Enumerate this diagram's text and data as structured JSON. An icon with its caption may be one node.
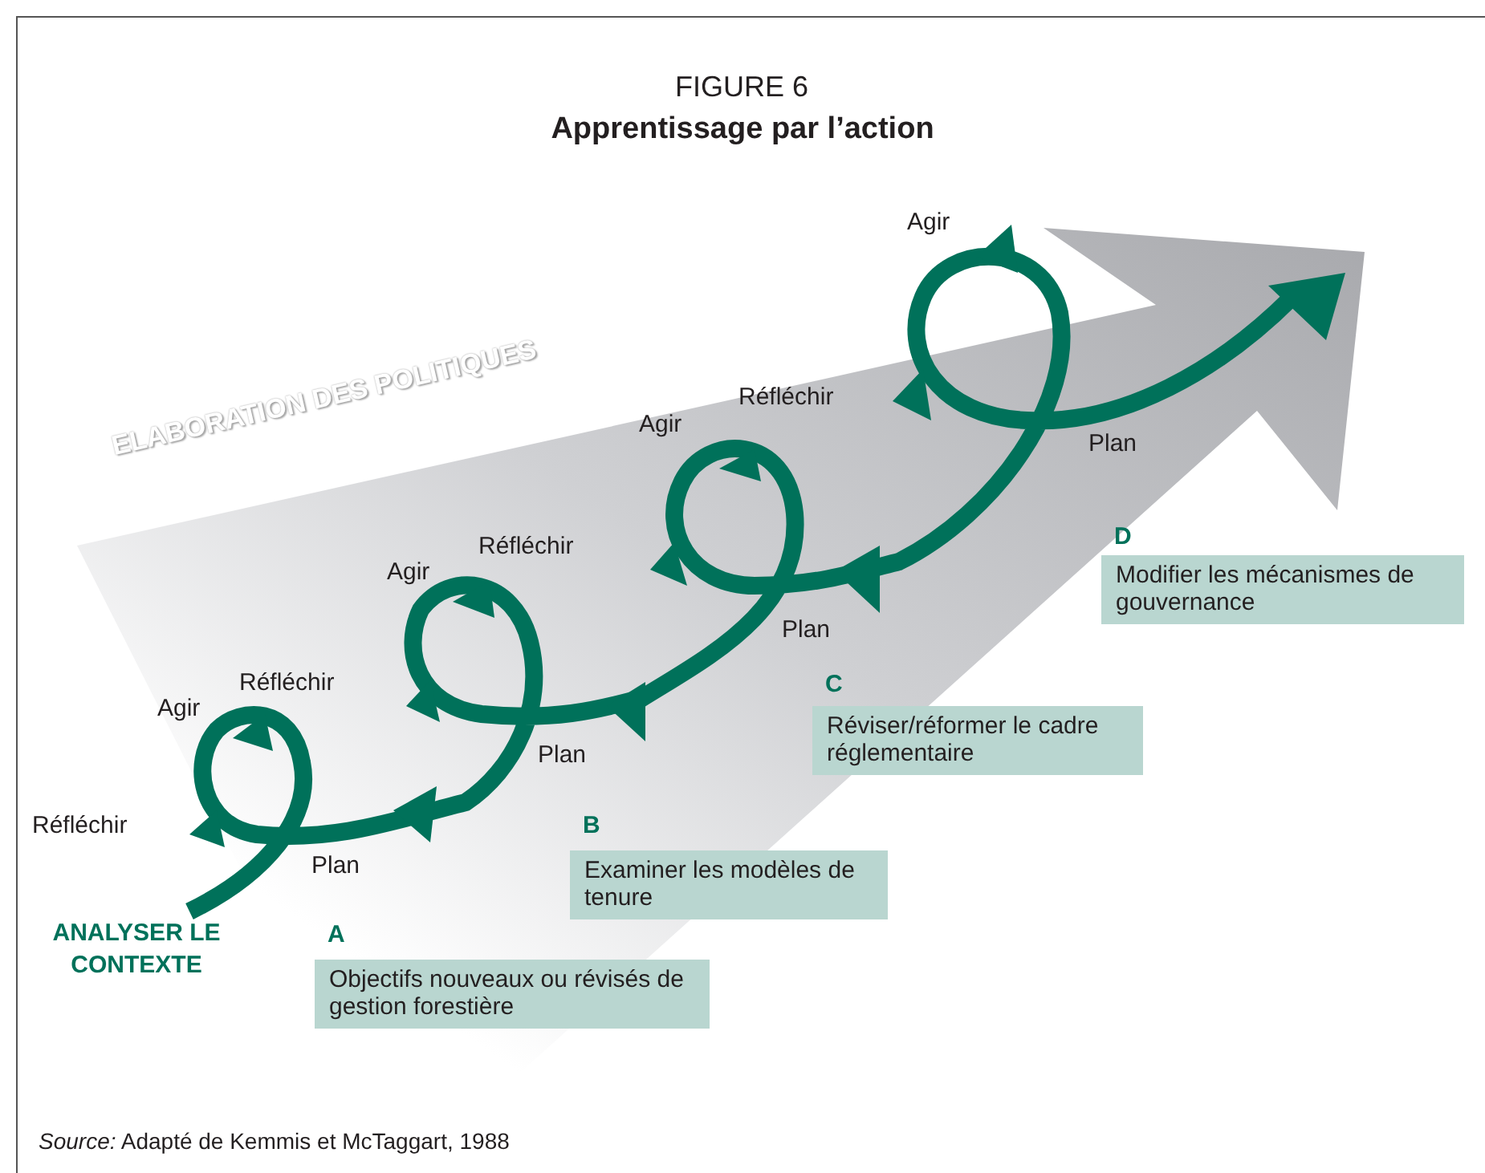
{
  "diagram": {
    "title": "Apprentissage par l’action",
    "caption": "*Source:* Adapté de Kemmis et McTaggart, 1988",
    "nodes": [
      {
        "text": [
          "D",
          "Modifier les mécanismes de gouvernance"
        ]
      },
      {
        "text": [
          "C",
          "Réviser/réformer le cadre réglementaire"
        ]
      },
      {
        "text": [
          "B",
          "Examiner les modèles de tenure"
        ]
      },
      {
        "text": [
          "A",
          "Objectifs nouveaux ou révisés de gestion forestière"
        ]
      }
    ],
    "edges": [],
    "labels": [
      "FIGURE 6",
      "Agir",
      "Réfléchir",
      "Agir",
      "ELABORATION DES POLITIQUES",
      "Plan",
      "Réfléchir",
      "Agir",
      "Plan",
      "Réfléchir",
      "Agir",
      "Plan",
      "Réfléchir",
      "Plan",
      "ANALYSER LE CONTEXTE"
    ]
  }
}
